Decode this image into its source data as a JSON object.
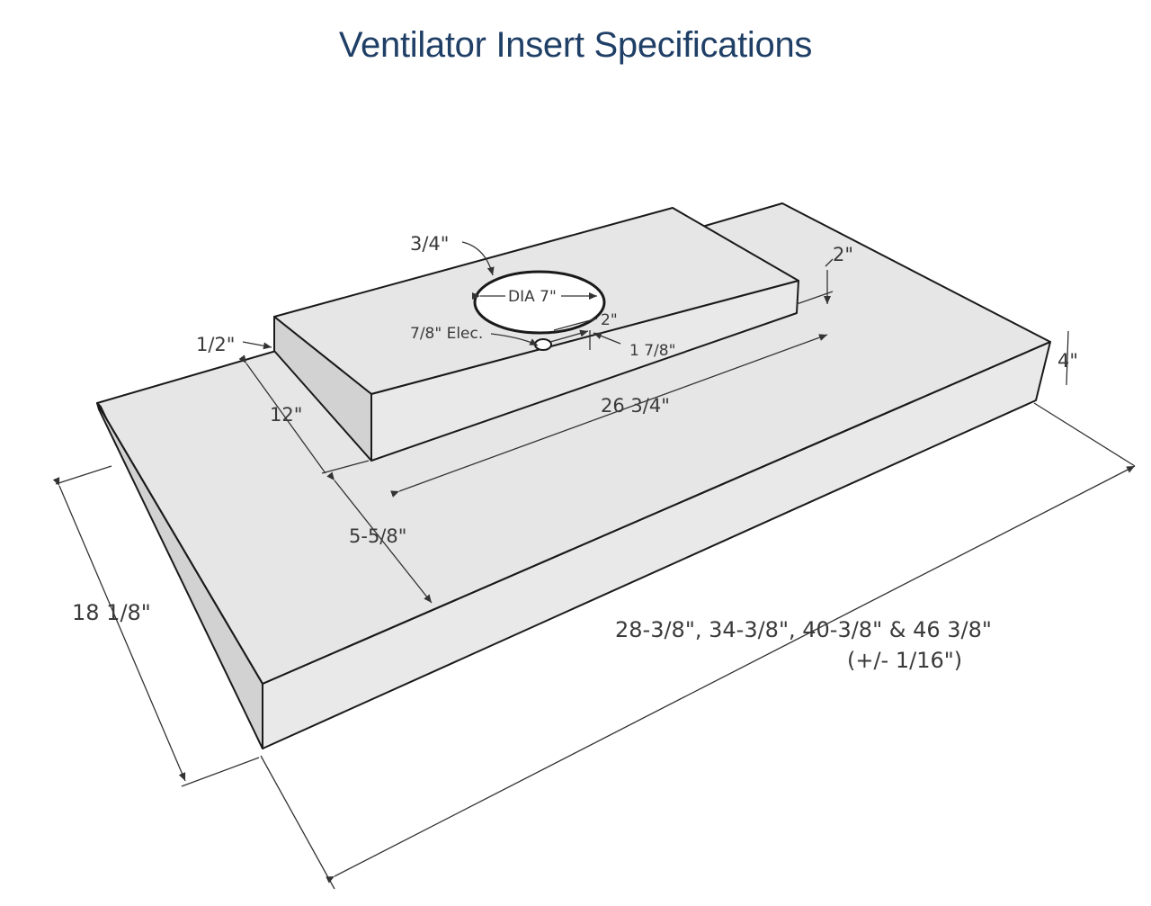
{
  "title": "Ventilator Insert Specifications",
  "dimensions": {
    "liner_vent": "3/4\"",
    "vent_diameter": "DIA 7\"",
    "liner_height": "2\"",
    "lip": "1/2\"",
    "elec_hole": "7/8\" Elec.",
    "elec_offset_a": "2\"",
    "elec_offset_b": "1 7/8\"",
    "liner_depth": "12\"",
    "liner_width": "26 3/4\"",
    "body_height": "4\"",
    "front_offset": "5-5/8\"",
    "depth": "18 1/8\"",
    "widths": "28-3/8\", 34-3/8\", 40-3/8\" & 46 3/8\"",
    "tolerance": "(+/- 1/16\")"
  },
  "colors": {
    "title": "#1f3f66",
    "top_face": "#e6e6e6",
    "side_face": "#d2d2d2",
    "front_face": "#e9e9e9"
  }
}
